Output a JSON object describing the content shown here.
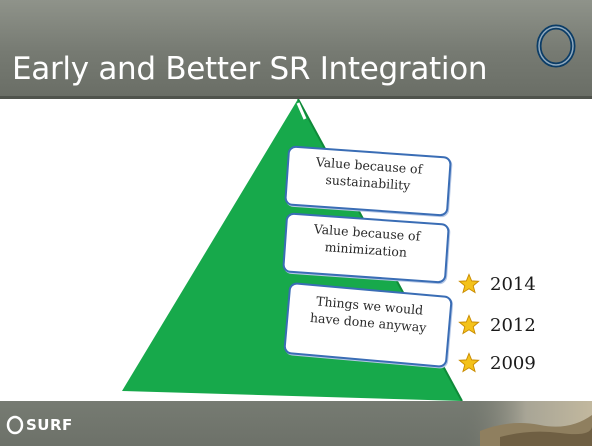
{
  "slide": {
    "title": "Early and Better SR Integration",
    "footer_logo_text": "SURF"
  },
  "pyramid": {
    "levels": [
      {
        "lines": [
          "Value because of",
          "sustainability"
        ]
      },
      {
        "lines": [
          "Value because of",
          "minimization"
        ]
      },
      {
        "lines": [
          "Things we would",
          "have done anyway"
        ]
      }
    ]
  },
  "years": [
    {
      "label": "2014",
      "icon": "star-icon"
    },
    {
      "label": "2012",
      "icon": "star-icon"
    },
    {
      "label": "2009",
      "icon": "star-icon"
    }
  ],
  "colors": {
    "header": "#767a72",
    "pyramid_green": "#17a94b",
    "box_border": "#3a6db5",
    "star_fill": "#f4c21a",
    "star_stroke": "#c98b00"
  }
}
